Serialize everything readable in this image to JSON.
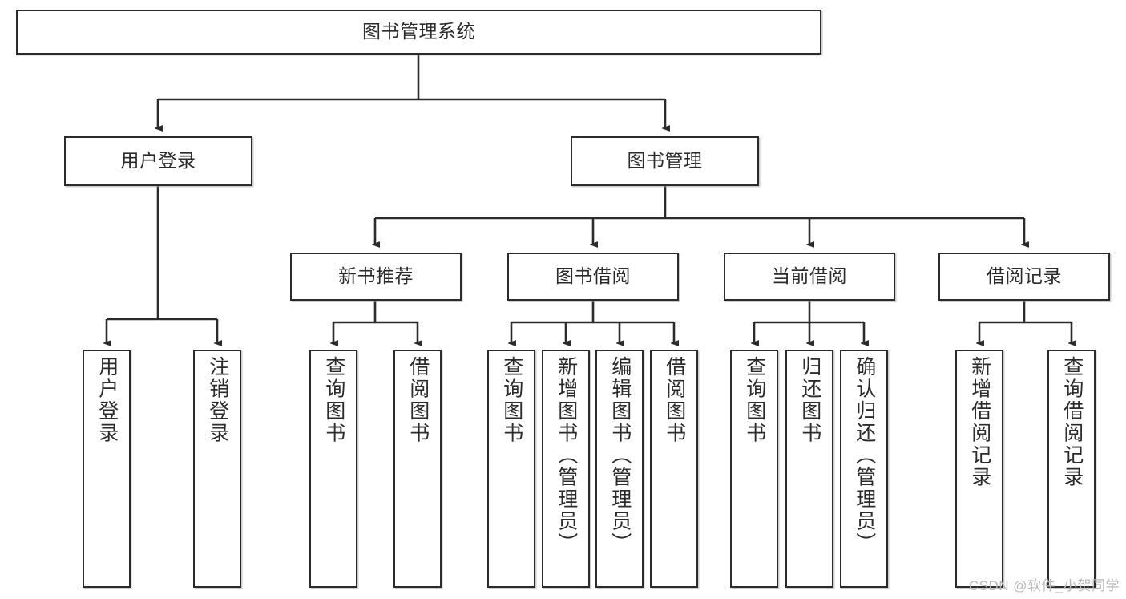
{
  "diagram": {
    "type": "tree-hierarchy-chart",
    "title": "图书管理系统",
    "root": {
      "label": "图书管理系统"
    },
    "level2": [
      {
        "id": "user-login",
        "label": "用户登录"
      },
      {
        "id": "book-management",
        "label": "图书管理"
      }
    ],
    "level3": [
      {
        "id": "new-book-recommend",
        "label": "新书推荐"
      },
      {
        "id": "book-borrow",
        "label": "图书借阅"
      },
      {
        "id": "current-borrow",
        "label": "当前借阅"
      },
      {
        "id": "borrow-record",
        "label": "借阅记录"
      }
    ],
    "leaves": {
      "user_login": [
        {
          "id": "leaf-user-login",
          "label": "用户登录"
        },
        {
          "id": "leaf-logout-login",
          "label": "注销登录"
        }
      ],
      "new_book_recommend": [
        {
          "id": "leaf-query-book-1",
          "label": "查询图书"
        },
        {
          "id": "leaf-borrow-book-1",
          "label": "借阅图书"
        }
      ],
      "book_borrow": [
        {
          "id": "leaf-query-book-2",
          "label": "查询图书"
        },
        {
          "id": "leaf-add-book",
          "label": "新增图书（管理员）"
        },
        {
          "id": "leaf-edit-book",
          "label": "编辑图书（管理员）"
        },
        {
          "id": "leaf-borrow-book-2",
          "label": "借阅图书"
        }
      ],
      "current_borrow": [
        {
          "id": "leaf-query-book-3",
          "label": "查询图书"
        },
        {
          "id": "leaf-return-book",
          "label": "归还图书"
        },
        {
          "id": "leaf-confirm-return",
          "label": "确认归还（管理员）"
        }
      ],
      "borrow_record": [
        {
          "id": "leaf-add-record",
          "label": "新增借阅记录"
        },
        {
          "id": "leaf-query-record",
          "label": "查询借阅记录"
        }
      ]
    },
    "watermark": "CSDN @软件_小贺同学",
    "colors": {
      "border": "#2b2b2b",
      "text": "#2b2b2b",
      "background": "#ffffff",
      "connector": "#2b2b2b",
      "watermark": "#b9b9b9"
    }
  }
}
